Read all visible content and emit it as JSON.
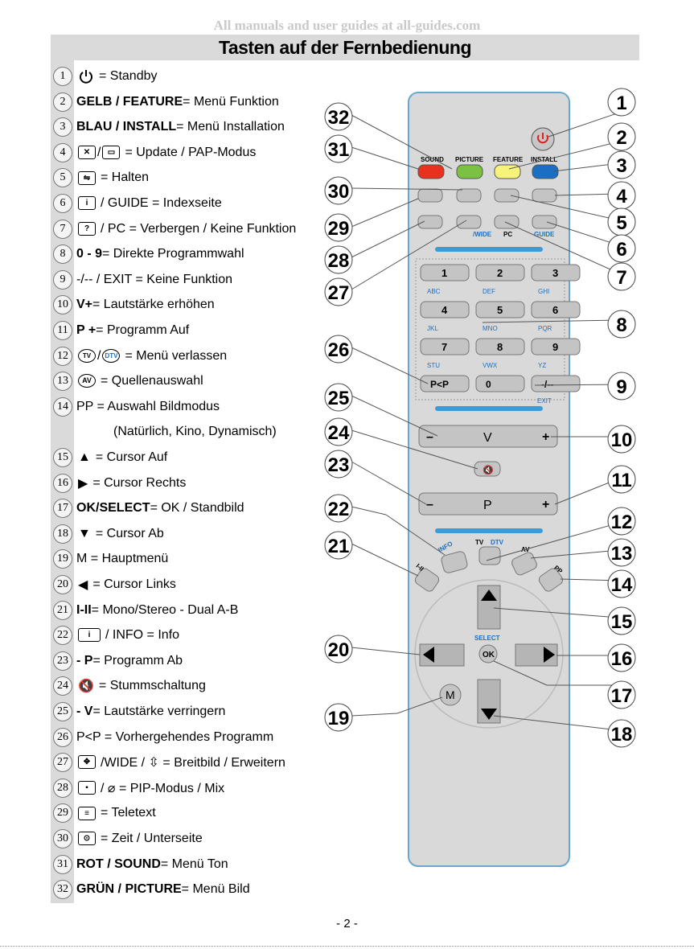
{
  "watermark": "All manuals and user guides at all-guides.com",
  "title": "Tasten auf der Fernbedienung",
  "page_number": "- 2 -",
  "legend": [
    {
      "n": "1",
      "icon": "power-icon",
      "bold": "",
      "text": "= Standby"
    },
    {
      "n": "2",
      "icon": "",
      "bold": "GELB / FEATURE",
      "text": " = Menü Funktion"
    },
    {
      "n": "3",
      "icon": "",
      "bold": "BLAU / INSTALL",
      "text": " = Menü Installation"
    },
    {
      "n": "4",
      "icon": "update-pap-icon",
      "bold": "",
      "text": "= Update / PAP-Modus"
    },
    {
      "n": "5",
      "icon": "hold-icon",
      "bold": "",
      "text": "= Halten"
    },
    {
      "n": "6",
      "icon": "index-icon",
      "bold": "",
      "text": "/ GUIDE = Indexseite"
    },
    {
      "n": "7",
      "icon": "reveal-icon",
      "bold": "",
      "text": "/ PC = Verbergen / Keine Funktion"
    },
    {
      "n": "8",
      "icon": "",
      "bold": "0 - 9",
      "text": " = Direkte Programmwahl"
    },
    {
      "n": "9",
      "icon": "",
      "bold": "",
      "text": "-/-- / EXIT = Keine Funktion"
    },
    {
      "n": "10",
      "icon": "",
      "bold": "V+",
      "text": " =  Lautstärke erhöhen"
    },
    {
      "n": "11",
      "icon": "",
      "bold": "P +",
      "text": " = Programm Auf"
    },
    {
      "n": "12",
      "icon": "tv-dtv-icon",
      "bold": "",
      "text": "= Menü verlassen"
    },
    {
      "n": "13",
      "icon": "av-icon",
      "bold": "",
      "text": "= Quellenauswahl"
    },
    {
      "n": "14",
      "icon": "",
      "bold": "",
      "text": "PP = Auswahl Bildmodus"
    },
    {
      "n": "",
      "icon": "",
      "bold": "",
      "text": "(Natürlich, Kino, Dynamisch)"
    },
    {
      "n": "15",
      "icon": "arrow-up-icon",
      "bold": "",
      "text": "= Cursor Auf"
    },
    {
      "n": "16",
      "icon": "arrow-right-icon",
      "bold": "",
      "text": "= Cursor Rechts"
    },
    {
      "n": "17",
      "icon": "",
      "bold": "OK/SELECT",
      "text": " = OK / Standbild"
    },
    {
      "n": "18",
      "icon": "arrow-down-icon",
      "bold": "",
      "text": "= Cursor Ab"
    },
    {
      "n": "19",
      "icon": "",
      "bold": "",
      "text": "M = Hauptmenü"
    },
    {
      "n": "20",
      "icon": "arrow-left-icon",
      "bold": "",
      "text": "= Cursor Links"
    },
    {
      "n": "21",
      "icon": "",
      "bold": "I-II",
      "text": " = Mono/Stereo - Dual A-B"
    },
    {
      "n": "22",
      "icon": "info-icon",
      "bold": "",
      "text": "/ INFO = Info"
    },
    {
      "n": "23",
      "icon": "",
      "bold": "- P",
      "text": " = Programm Ab"
    },
    {
      "n": "24",
      "icon": "mute-icon",
      "bold": "",
      "text": "= Stummschaltung"
    },
    {
      "n": "25",
      "icon": "",
      "bold": "- V",
      "text": " =  Lautstärke verringern"
    },
    {
      "n": "26",
      "icon": "",
      "bold": "",
      "text": "P<P = Vorhergehendes Programm"
    },
    {
      "n": "27",
      "icon": "wide-icon",
      "bold": "",
      "text": "/WIDE / ⇳ = Breitbild / Erweitern"
    },
    {
      "n": "28",
      "icon": "pip-icon",
      "bold": "",
      "text": "/  ⌀  = PIP-Modus / Mix"
    },
    {
      "n": "29",
      "icon": "teletext-icon",
      "bold": "",
      "text": "= Teletext"
    },
    {
      "n": "30",
      "icon": "time-icon",
      "bold": "",
      "text": "= Zeit / Unterseite"
    },
    {
      "n": "31",
      "icon": "",
      "bold": "ROT / SOUND",
      "text": " = Menü Ton"
    },
    {
      "n": "32",
      "icon": "",
      "bold": "GRÜN / PICTURE",
      "text": " = Menü Bild"
    }
  ],
  "remote": {
    "labels": {
      "sound": "SOUND",
      "picture": "PICTURE",
      "feature": "FEATURE",
      "install": "INSTALL",
      "wide": "/WIDE",
      "pc": "PC",
      "guide": "GUIDE",
      "select": "SELECT",
      "ok": "OK",
      "m": "M",
      "v": "V",
      "p": "P",
      "minus": "–",
      "plus": "+",
      "info": "INFO",
      "i_ii": "I-II",
      "pp": "PP",
      "p_p": "P<P",
      "zero": "0",
      "dash": "-/--",
      "exit": "EXIT",
      "tv": "TV",
      "dtv": "DTV",
      "av": "AV"
    },
    "digits": [
      {
        "d": "1",
        "l": "ABC"
      },
      {
        "d": "2",
        "l": "DEF"
      },
      {
        "d": "3",
        "l": "GHI"
      },
      {
        "d": "4",
        "l": "JKL"
      },
      {
        "d": "5",
        "l": "MNO"
      },
      {
        "d": "6",
        "l": "PQR"
      },
      {
        "d": "7",
        "l": "STU"
      },
      {
        "d": "8",
        "l": "VWX"
      },
      {
        "d": "9",
        "l": "YZ"
      }
    ],
    "colors": {
      "red": "#e8321e",
      "green": "#7cc242",
      "yellow": "#f6f27a",
      "blue": "#1a6fc4",
      "body": "#d9d9d9",
      "button": "#c2c2c2"
    }
  },
  "callouts_right": [
    "1",
    "2",
    "3",
    "4",
    "5",
    "6",
    "7",
    "8",
    "9",
    "10",
    "11",
    "12",
    "13",
    "14",
    "15",
    "16",
    "17",
    "18"
  ],
  "callouts_left": [
    "32",
    "31",
    "30",
    "29",
    "28",
    "27",
    "26",
    "25",
    "24",
    "23",
    "22",
    "21",
    "20",
    "19"
  ]
}
